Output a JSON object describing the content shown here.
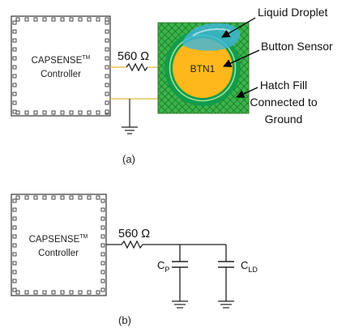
{
  "figure_a": {
    "controller_line1": "CAPSENSE",
    "controller_tm": "TM",
    "controller_line2": "Controller",
    "resistor_label": "560 Ω",
    "button_label": "BTN1",
    "callout_droplet": "Liquid Droplet",
    "callout_sensor": "Button Sensor",
    "callout_hatch_line1": "Hatch Fill",
    "callout_hatch_line2": "Connected to",
    "callout_hatch_line3": "Ground",
    "caption": "(a)",
    "colors": {
      "hatch_fill": "#39b54a",
      "hatch_lines": "#1b6b24",
      "guard_ring": "#129c4a",
      "sensor": "#ffb81c",
      "droplet": "#3fb6d8",
      "trace": "#e7b93a"
    }
  },
  "figure_b": {
    "controller_line1": "CAPSENSE",
    "controller_tm": "TM",
    "controller_line2": "Controller",
    "resistor_label": "560 Ω",
    "cp_main": "C",
    "cp_sub": "P",
    "cld_main": "C",
    "cld_sub": "LD",
    "caption": "(b)"
  }
}
